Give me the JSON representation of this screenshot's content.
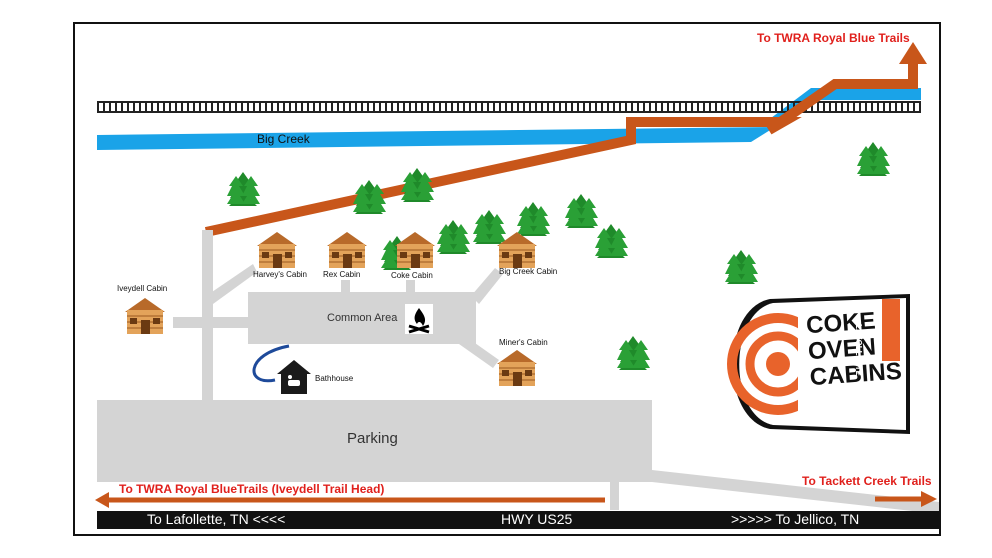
{
  "title": "",
  "labels": {
    "twra_top": "To TWRA Royal Blue Trails",
    "big_creek": "Big Creek",
    "common_area": "Common Area",
    "parking": "Parking",
    "bathhouse": "Bathhouse",
    "twra_bottom": "To TWRA Royal BlueTrails (Iveydell Trail Head)",
    "tackett": "To Tackett Creek Trails",
    "road_left": "To Lafollette, TN  <<<<",
    "road_center": "HWY US25",
    "road_right": ">>>>>  To Jellico, TN"
  },
  "cabins": [
    {
      "name": "Harvey's Cabin"
    },
    {
      "name": "Rex Cabin"
    },
    {
      "name": "Coke Cabin"
    },
    {
      "name": "Big Creek Cabin"
    },
    {
      "name": "Iveydell Cabin"
    },
    {
      "name": "Miner's Cabin"
    }
  ],
  "logo": {
    "line1": "COKE",
    "line2": "OVEN",
    "line3": "CABINS",
    "sub": "LAFOLLETTE"
  },
  "colors": {
    "trail": "#c8561a",
    "creek": "#1aa3e8",
    "road": "#111111",
    "area": "#d4d4d4",
    "tree": "#1f8a2a",
    "cabin": "#e3a35a",
    "label_red": "#e0201c"
  }
}
